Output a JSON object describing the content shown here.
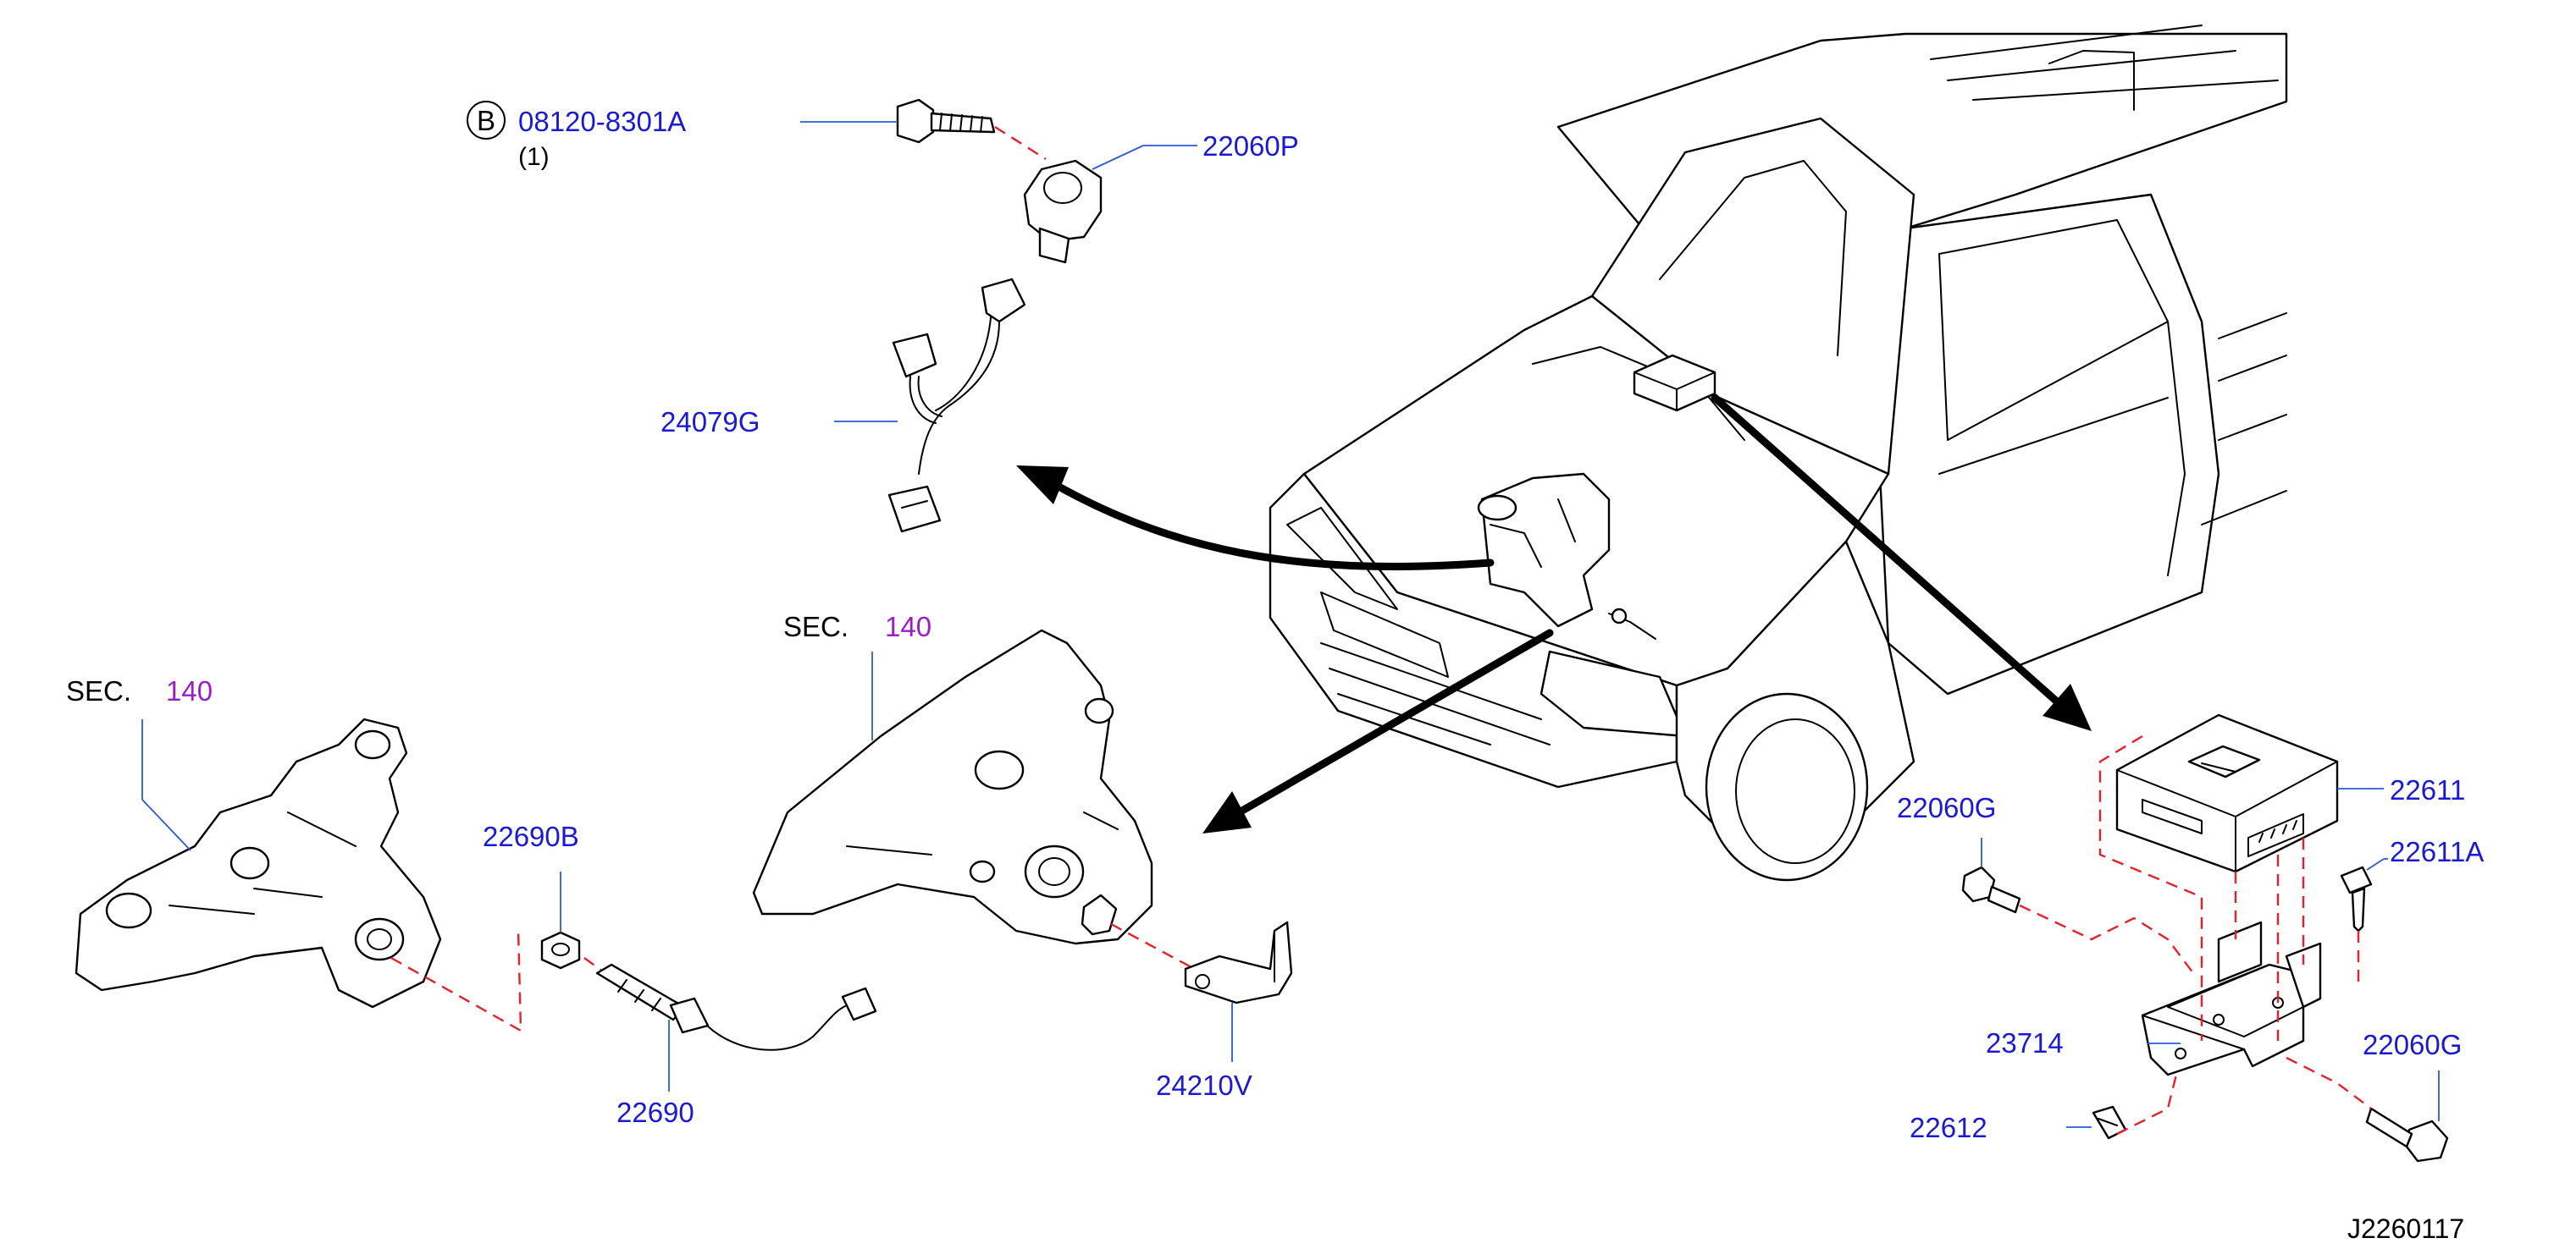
{
  "diagram_id": "J2260117",
  "callouts": {
    "bolt_circle_letter": "B",
    "bolt_code": "08120-8301A",
    "bolt_qty": "(1)",
    "knock_sensor": "22060P",
    "sub_harness": "24079G",
    "sec_label": "SEC.",
    "sec_num": "140",
    "sec_label_2": "SEC.",
    "sec_num_2": "140",
    "nut": "22690B",
    "o2_sensor": "22690",
    "bracket_24210v": "24210V",
    "ecm": "22611",
    "ecm_screw": "22611A",
    "ecm_bolt_left": "22060G",
    "ecm_bolt_right": "22060G",
    "ecm_bracket": "23714",
    "clip": "22612"
  },
  "colors": {
    "part_number": "#1a1ad6",
    "section_number": "#9a1ec8",
    "leader_line": "#2a5bd7",
    "dashed_guide": "#e8202a",
    "linework": "#000000"
  }
}
